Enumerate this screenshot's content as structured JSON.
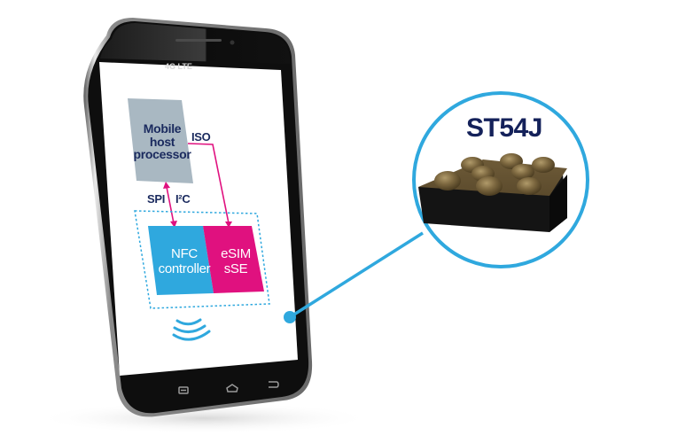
{
  "phone": {
    "network_badge": "4G LTE",
    "nav_buttons": [
      "menu-icon",
      "home-icon",
      "back-icon"
    ]
  },
  "diagram": {
    "host_block": {
      "label_lines": [
        "Mobile",
        "host",
        "processor"
      ],
      "color": "#a9b8c2"
    },
    "iso_label": "ISO",
    "spi_label": "SPI",
    "i2c_label": "I²C",
    "nfc_block": {
      "label_lines": [
        "NFC",
        "controller"
      ],
      "color": "#2fa8de"
    },
    "esim_block": {
      "label_lines": [
        "eSIM",
        "sSE"
      ],
      "color": "#e0117f"
    },
    "arrow_color": "#e0117f",
    "dashed_box_color": "#2fa8de",
    "nfc_waves_icon": "contactless-waves-icon"
  },
  "callout": {
    "chip_name": "ST54J",
    "circle_color": "#2fa8de",
    "text_color": "#14215a"
  }
}
